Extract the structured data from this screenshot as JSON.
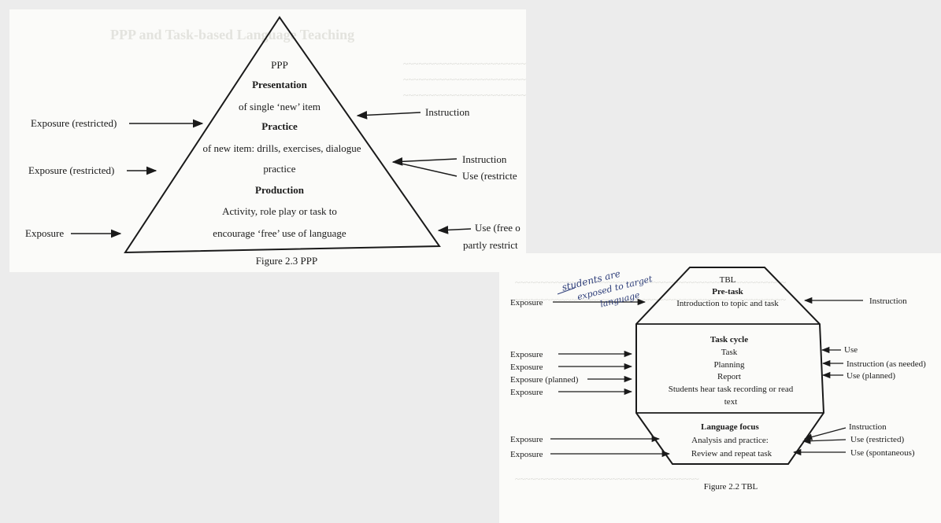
{
  "ppp": {
    "top_label": "PPP",
    "presentation_heading": "Presentation",
    "presentation_body": "of single ‘new’ item",
    "practice_heading": "Practice",
    "practice_body_line1": "of new item: drills, exercises, dialogue",
    "practice_body_line2": "practice",
    "production_heading": "Production",
    "production_body_line1": "Activity, role play or task to",
    "production_body_line2": "encourage ‘free’ use of language",
    "left_labels": [
      "Exposure (restricted)",
      "Exposure (restricted)",
      "Exposure"
    ],
    "right_labels": [
      "Instruction",
      "Instruction",
      "Use (restricte",
      "Use (free o",
      "partly restrict"
    ],
    "caption": "Figure 2.3 PPP"
  },
  "tbl": {
    "top_label": "TBL",
    "pretask_heading": "Pre-task",
    "pretask_body": "Introduction to topic and task",
    "taskcycle_heading": "Task cycle",
    "taskcycle_items": [
      "Task",
      "Planning",
      "Report",
      "Students hear task recording or read",
      "text"
    ],
    "focus_heading": "Language focus",
    "focus_items": [
      "Analysis and practice:",
      "Review and repeat task"
    ],
    "left_pretask": "Exposure",
    "left_taskcycle": [
      "Exposure",
      "Exposure",
      "Exposure (planned)",
      "Exposure"
    ],
    "left_focus": [
      "Exposure",
      "Exposure"
    ],
    "right_pretask": "Instruction",
    "right_taskcycle": [
      "Use",
      "Instruction (as needed)",
      "Use (planned)"
    ],
    "right_focus": [
      "Instruction",
      "Use (restricted)",
      "Use (spontaneous)"
    ],
    "caption": "Figure 2.2 TBL",
    "handwritten_note": [
      "students are",
      "exposed to target",
      "language"
    ]
  },
  "background_text": {
    "page_title": "PPP and Task-based Language Teaching"
  }
}
